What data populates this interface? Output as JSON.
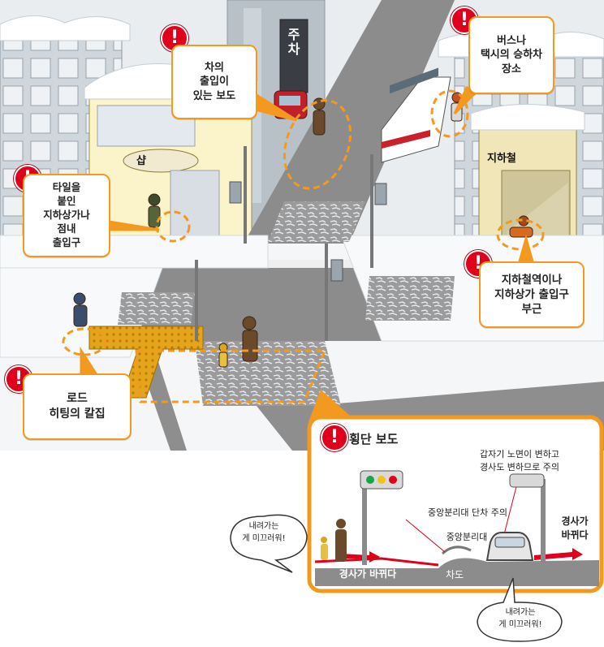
{
  "callouts": {
    "driveway": {
      "lines": [
        "차의",
        "출입이",
        "있는 보도"
      ]
    },
    "bus_taxi": {
      "lines": [
        "버스나",
        "택시의 승하차",
        "장소"
      ]
    },
    "tile_entrance": {
      "lines": [
        "타일을",
        "붙인",
        "지하상가나",
        "점내",
        "출입구"
      ]
    },
    "subway_entrance": {
      "lines": [
        "지하철역이나",
        "지하상가 출입구",
        "부근"
      ]
    },
    "road_heating": {
      "lines": [
        "로드",
        "히팅의 칼집"
      ]
    }
  },
  "signs": {
    "shop": "샵",
    "subway": "지하철",
    "parking": [
      "주",
      "차"
    ]
  },
  "detail": {
    "title": "횡단 보도",
    "sudden_change": [
      "갑자기 노면이 변하고",
      "경사도 변하므로 주의"
    ],
    "median_step": "중앙분리대 단차 주의",
    "median": "중앙분리대",
    "slope_right": [
      "경사가",
      "바뀌다"
    ],
    "slope_bottom": "경사가 바뀌다",
    "roadway": "차도",
    "bubble_left": [
      "내려가는",
      "게 미끄러워!"
    ],
    "bubble_bottom": [
      "내려가는",
      "게 미끄러워!"
    ]
  },
  "colors": {
    "accent_orange": "#f39a1e",
    "warning_red": "#e0001b",
    "arrow_red": "#e0001b",
    "road_gray": "#8c8c8c",
    "snow_white": "#f4f6f8",
    "tactile_yellow": "#e5a51a"
  },
  "icons": {
    "warning": "exclamation-circle-icon",
    "traffic_light": "traffic-light-icon",
    "car": "car-icon"
  }
}
